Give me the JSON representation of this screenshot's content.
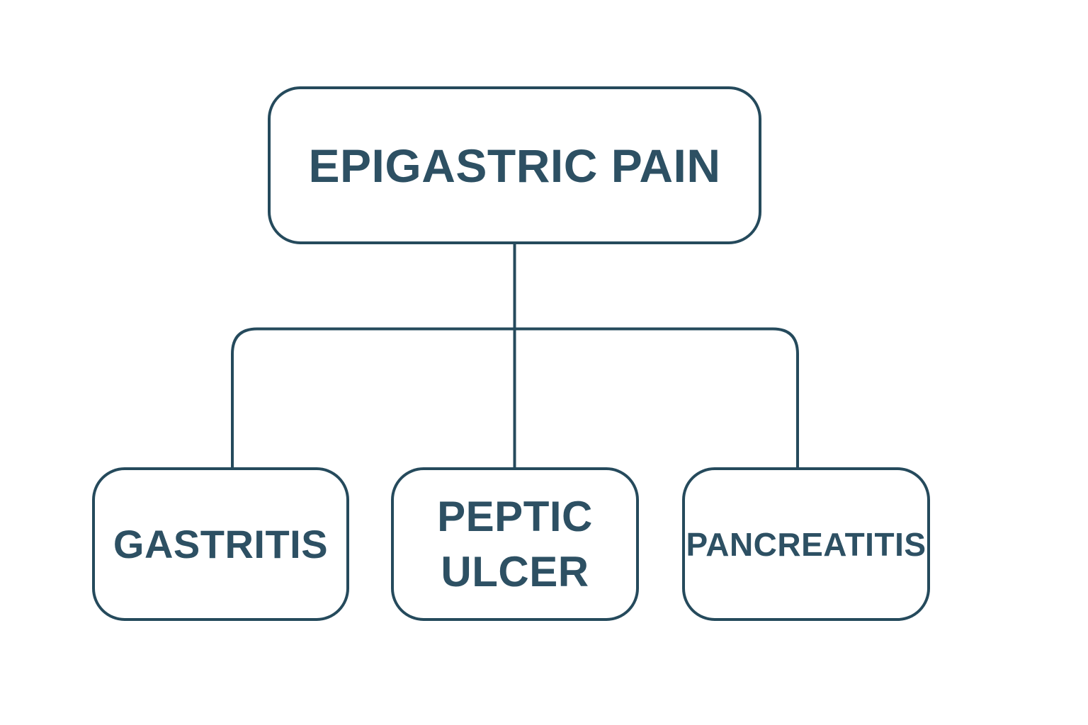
{
  "diagram": {
    "type": "flowchart",
    "root": {
      "label": "EPIGASTRIC PAIN"
    },
    "children": [
      {
        "label": "GASTRITIS"
      },
      {
        "label": "PEPTIC ULCER"
      },
      {
        "label": "PANCREATITIS"
      }
    ],
    "colors": {
      "line": "#254a5c",
      "text": "#2d5063",
      "background": "#ffffff"
    }
  }
}
